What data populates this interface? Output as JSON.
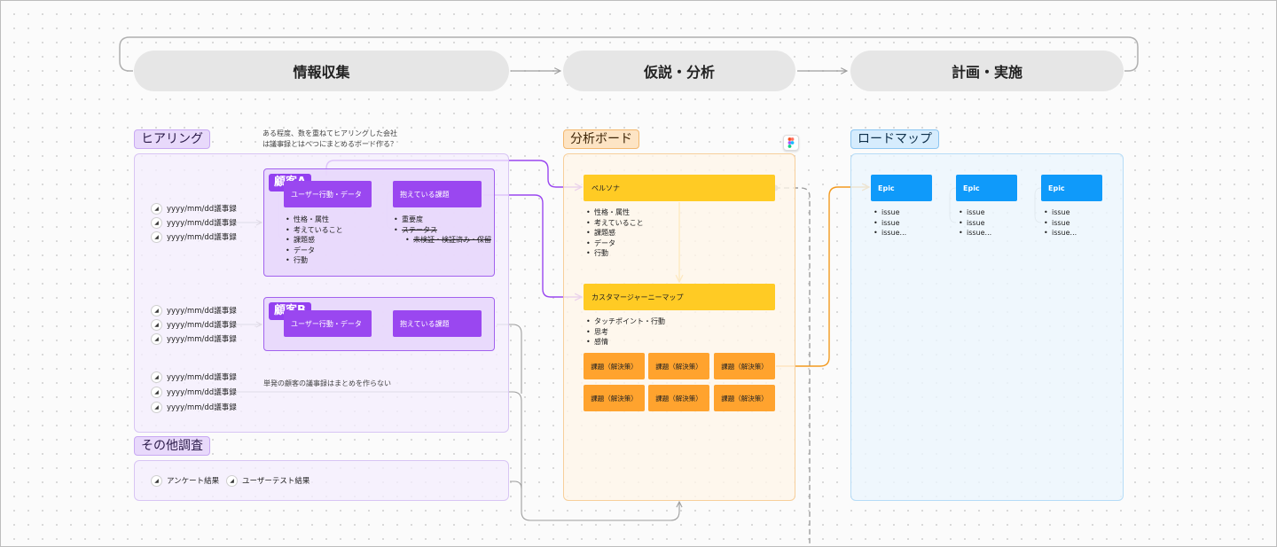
{
  "phases": {
    "collect": "情報収集",
    "hypothesis": "仮説・分析",
    "plan": "計画・実施"
  },
  "hearing": {
    "label": "ヒアリング",
    "note_line1": "ある程度、数を重ねてヒアリングした会社",
    "note_line2": "は議事録とはべつにまとめるボード作る？",
    "minutes_label": "yyyy/mm/dd議事録",
    "single_note": "単発の顧客の議事録はまとめを作らない",
    "customer_a": {
      "tag": "顧客A",
      "card_user": "ユーザー行動・データ",
      "card_issue": "抱えている課題",
      "user_items": [
        "性格・属性",
        "考えていること",
        "課題感",
        "データ",
        "行動"
      ],
      "issue_items": [
        "重要度",
        "ステータス"
      ],
      "issue_sub": "未検証・検証済み・保留"
    },
    "customer_b": {
      "tag": "顧客B",
      "card_user": "ユーザー行動・データ",
      "card_issue": "抱えている課題"
    }
  },
  "other": {
    "label": "その他調査",
    "items": [
      "アンケート結果",
      "ユーザーテスト結果"
    ]
  },
  "analysis": {
    "label": "分析ボード",
    "persona": "ペルソナ",
    "persona_items": [
      "性格・属性",
      "考えていること",
      "課題感",
      "データ",
      "行動"
    ],
    "journey": "カスタマージャーニーマップ",
    "journey_items": [
      "タッチポイント・行動",
      "思考",
      "感情"
    ],
    "issue_card": "課題（解決策）"
  },
  "roadmap": {
    "label": "ロードマップ",
    "epic": "Epic",
    "issues": [
      "issue",
      "issue",
      "issue..."
    ]
  },
  "colors": {
    "purple": "#9a47f0",
    "yellow": "#ffcb24",
    "orange": "#ffa32e",
    "blue": "#0f9afa",
    "gray_line": "#9e9e9e"
  }
}
